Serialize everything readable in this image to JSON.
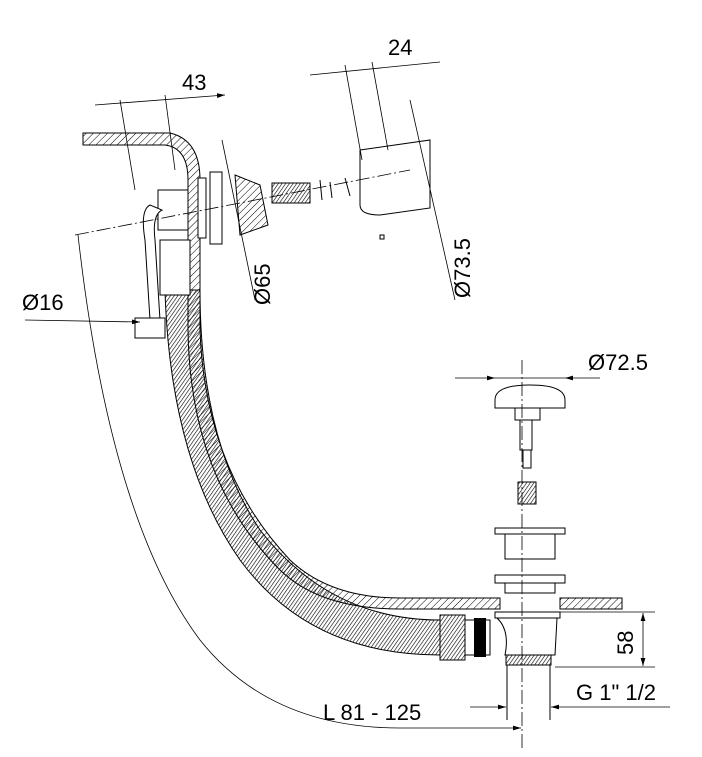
{
  "dimensions": {
    "overflow_depth": "43",
    "cover_depth": "24",
    "flange_diameter": "Ø65",
    "cover_diameter": "Ø73.5",
    "hose_diameter": "Ø16",
    "plug_diameter": "Ø72.5",
    "drain_height": "58",
    "thread": "G 1\" 1/2",
    "length_range": "L 81 - 125"
  }
}
